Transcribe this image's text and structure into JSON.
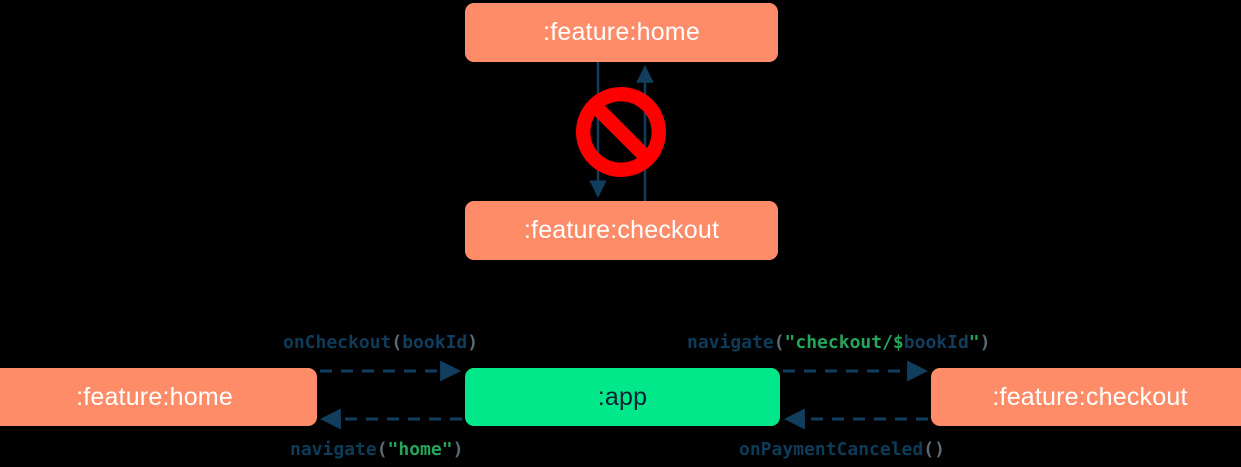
{
  "diagram": {
    "type": "module-dependency-diagram",
    "background_color": "#000000",
    "colors": {
      "module_node": "#FF8C69",
      "app_node": "#00E88A",
      "edge": "#123e5e",
      "forbidden": "#FF0000",
      "string_literal": "#25a55a",
      "node_text_light": "#ffffff",
      "node_text_dark": "#0c2233"
    },
    "top_section": {
      "nodes": [
        {
          "id": "home-top",
          "label": ":feature:home"
        },
        {
          "id": "checkout-top",
          "label": ":feature:checkout"
        }
      ],
      "forbidden_marker": "no-entry-icon",
      "edges": [
        {
          "from": "home-top",
          "to": "checkout-top",
          "direction": "down",
          "style": "solid"
        },
        {
          "from": "checkout-top",
          "to": "home-top",
          "direction": "up",
          "style": "solid"
        }
      ]
    },
    "bottom_section": {
      "nodes": [
        {
          "id": "home-bottom",
          "label": ":feature:home"
        },
        {
          "id": "app",
          "label": ":app"
        },
        {
          "id": "checkout-bottom",
          "label": ":feature:checkout"
        }
      ],
      "edges": [
        {
          "id": "onCheckout",
          "from": "home-bottom",
          "to": "app",
          "style": "dashed",
          "label_parts": [
            {
              "text": "onCheckout",
              "kind": "fn"
            },
            {
              "text": "(",
              "kind": "paren"
            },
            {
              "text": "bookId",
              "kind": "ident"
            },
            {
              "text": ")",
              "kind": "paren"
            }
          ],
          "label_plain": "onCheckout(bookId)"
        },
        {
          "id": "navigateCheckout",
          "from": "app",
          "to": "checkout-bottom",
          "style": "dashed",
          "label_parts": [
            {
              "text": "navigate",
              "kind": "fn"
            },
            {
              "text": "(",
              "kind": "paren"
            },
            {
              "text": "\"checkout/",
              "kind": "str"
            },
            {
              "text": "$",
              "kind": "str"
            },
            {
              "text": "bookId",
              "kind": "ident"
            },
            {
              "text": "\"",
              "kind": "str"
            },
            {
              "text": ")",
              "kind": "paren"
            }
          ],
          "label_plain": "navigate(\"checkout/$bookId\")"
        },
        {
          "id": "navigateHome",
          "from": "app",
          "to": "home-bottom",
          "style": "dashed",
          "label_parts": [
            {
              "text": "navigate",
              "kind": "fn"
            },
            {
              "text": "(",
              "kind": "paren"
            },
            {
              "text": "\"home\"",
              "kind": "str"
            },
            {
              "text": ")",
              "kind": "paren"
            }
          ],
          "label_plain": "navigate(\"home\")"
        },
        {
          "id": "onPaymentCanceled",
          "from": "checkout-bottom",
          "to": "app",
          "style": "dashed",
          "label_parts": [
            {
              "text": "onPaymentCanceled",
              "kind": "fn"
            },
            {
              "text": "()",
              "kind": "paren"
            }
          ],
          "label_plain": "onPaymentCanceled()"
        }
      ]
    }
  }
}
